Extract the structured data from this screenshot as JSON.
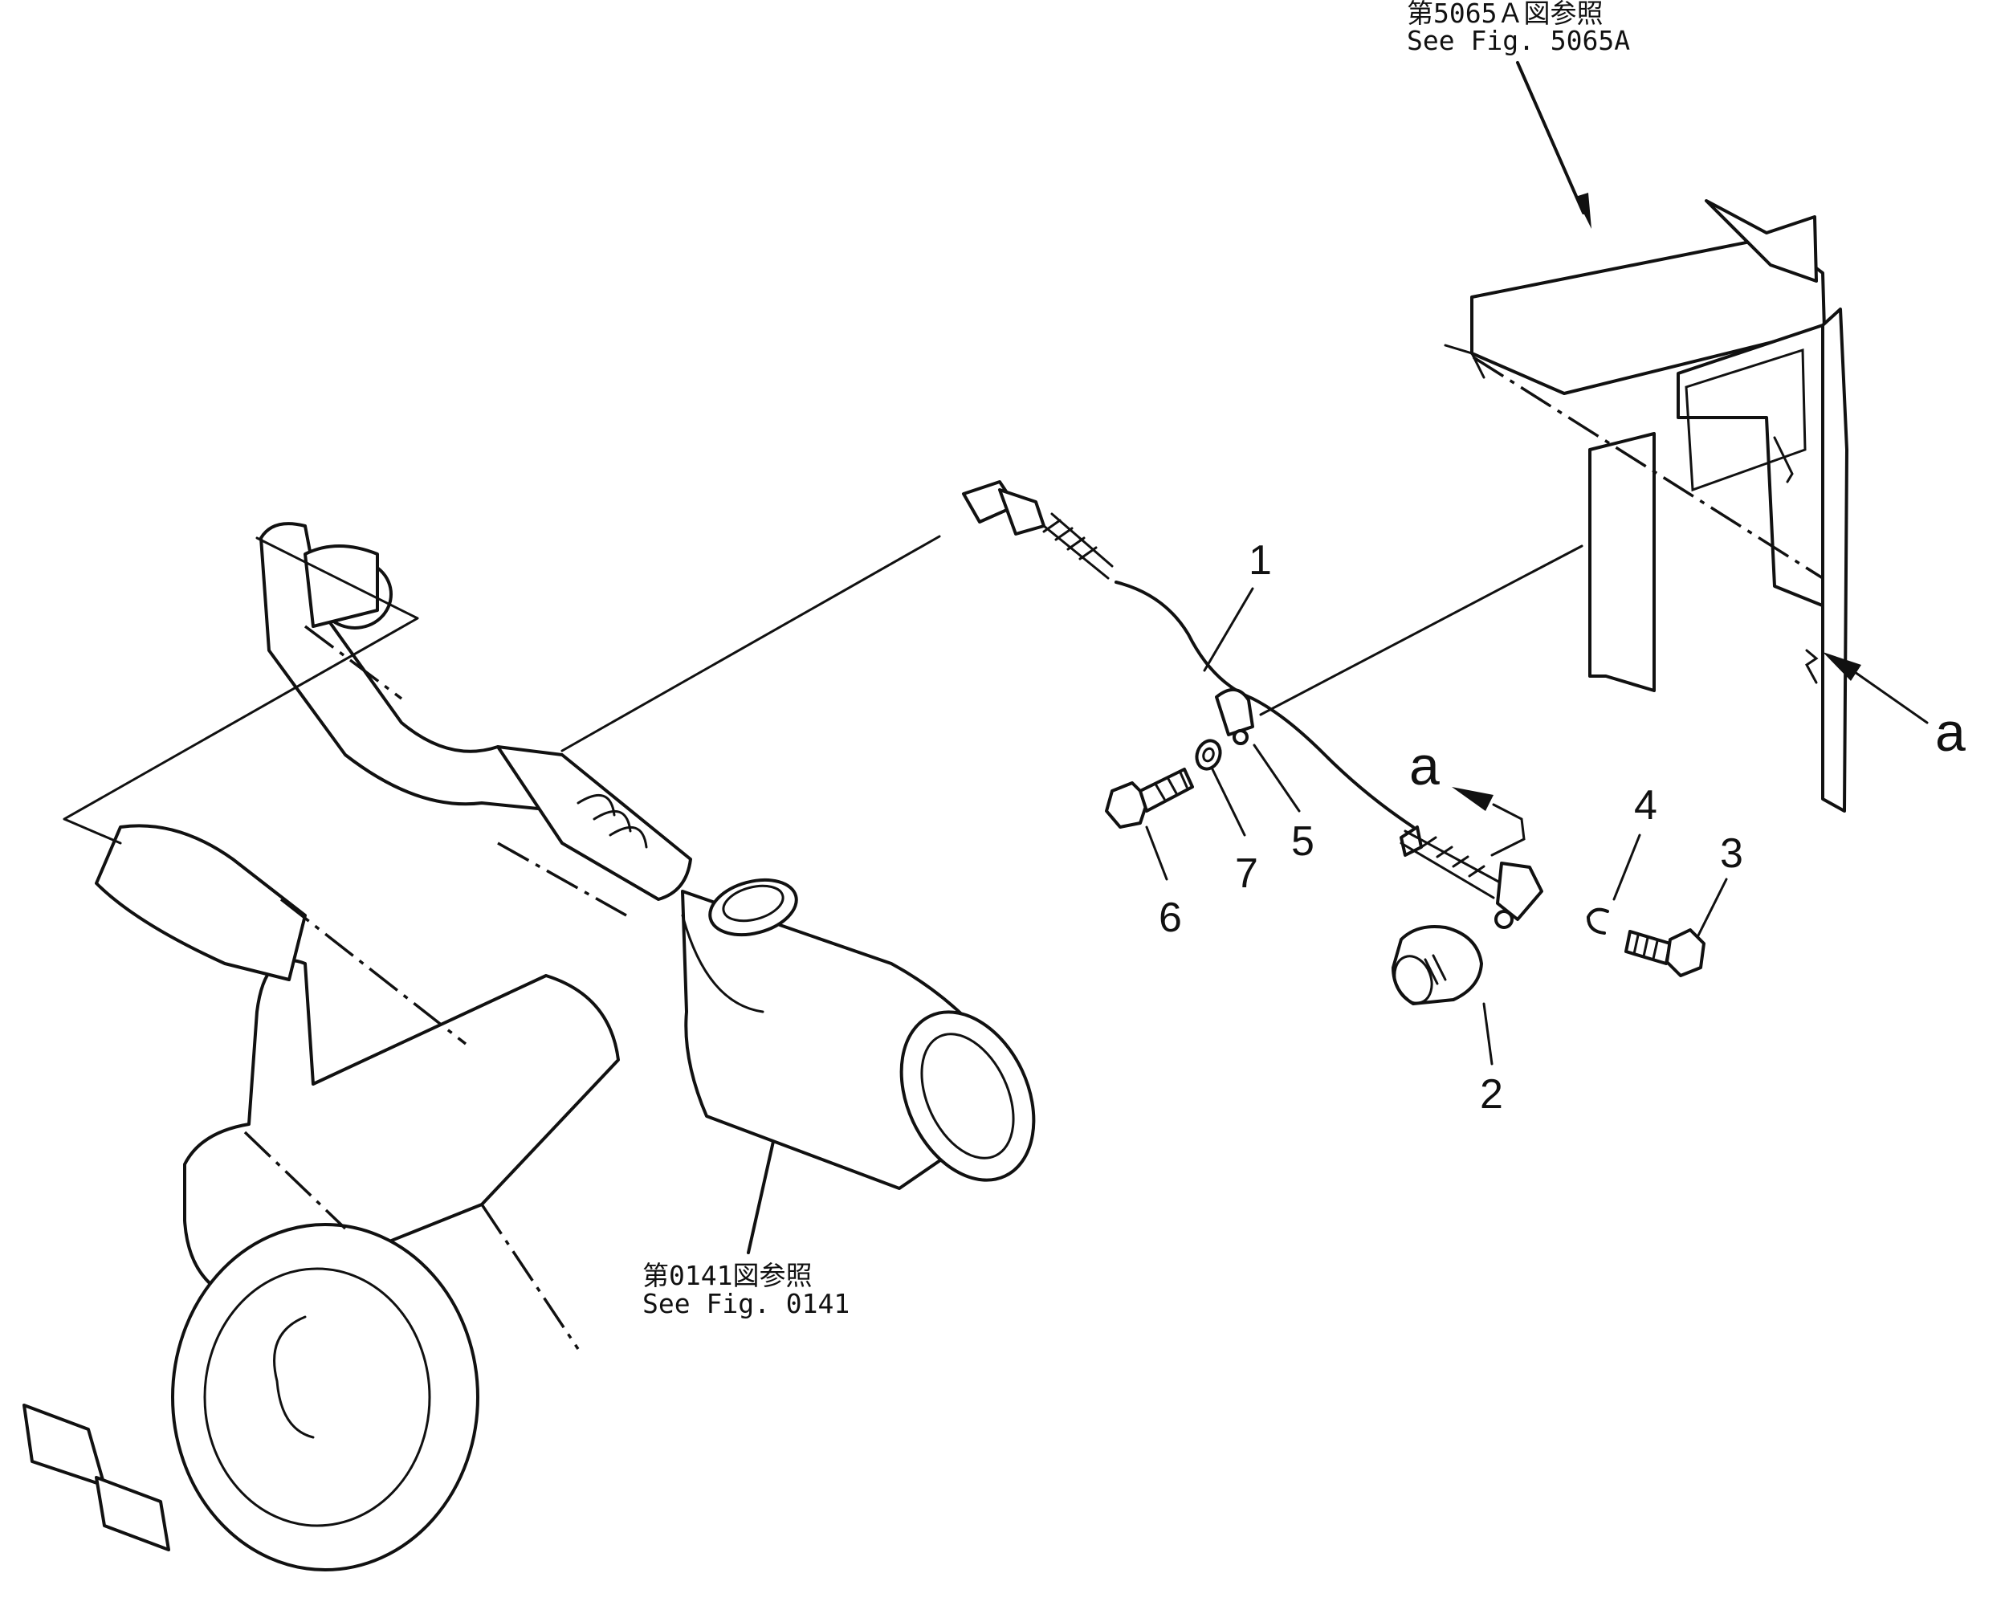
{
  "references": {
    "top": {
      "jp": "第5065Ａ図参照",
      "en": "See Fig. 5065A"
    },
    "bottom": {
      "jp": "第0141図参照",
      "en": "See Fig. 0141"
    }
  },
  "part_numbers": [
    "1",
    "2",
    "3",
    "4",
    "5",
    "6",
    "7"
  ],
  "view_markers": [
    "a",
    "a"
  ]
}
